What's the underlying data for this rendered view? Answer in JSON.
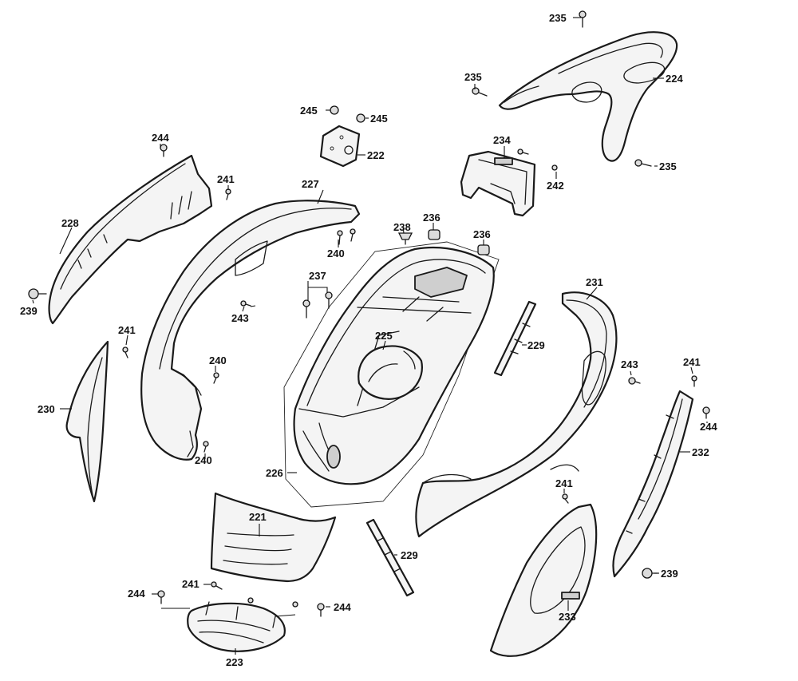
{
  "part_numbers": {
    "p221": "221",
    "p222": "222",
    "p223": "223",
    "p224": "224",
    "p225": "225",
    "p226": "226",
    "p227": "227",
    "p228": "228",
    "p229a": "229",
    "p229b": "229",
    "p230": "230",
    "p231": "231",
    "p232": "232",
    "p233": "233",
    "p234": "234",
    "p235a": "235",
    "p235b": "235",
    "p235c": "235",
    "p236a": "236",
    "p236b": "236",
    "p237": "237",
    "p238": "238",
    "p239a": "239",
    "p239b": "239",
    "p240a": "240",
    "p240b": "240",
    "p240c": "240",
    "p241a": "241",
    "p241b": "241",
    "p241c": "241",
    "p241d": "241",
    "p241e": "241",
    "p242": "242",
    "p243a": "243",
    "p243b": "243",
    "p244a": "244",
    "p244b": "244",
    "p244c": "244",
    "p244d": "244",
    "p245a": "245",
    "p245b": "245"
  }
}
